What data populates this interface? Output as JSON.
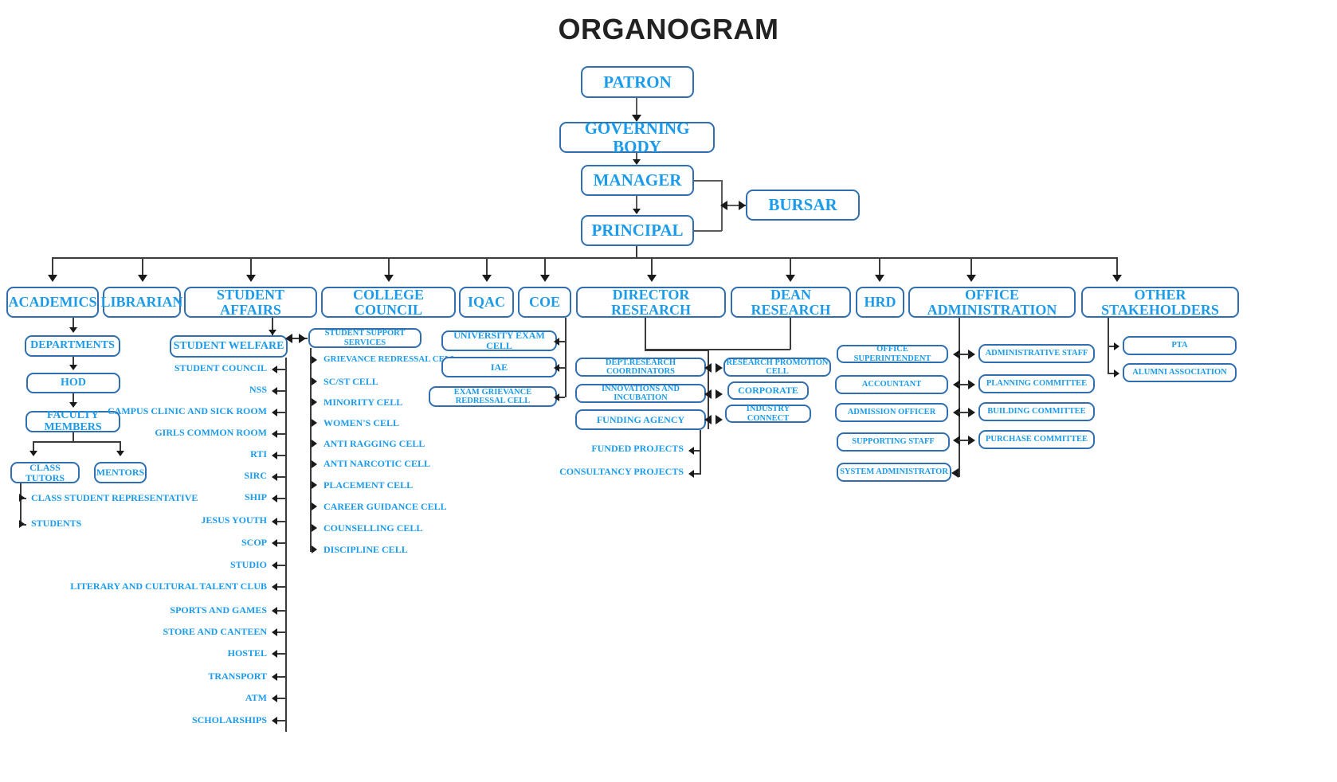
{
  "title": "ORGANOGRAM",
  "colors": {
    "box_border": "#2f6fb0",
    "box_text": "#1b9bea",
    "title_text": "#222222",
    "connector": "#5a5a5a",
    "background": "#ffffff"
  },
  "chain": {
    "patron": "PATRON",
    "governing_body": "GOVERNING BODY",
    "manager": "MANAGER",
    "principal": "PRINCIPAL",
    "bursar": "BURSAR"
  },
  "main_row": [
    {
      "label": "ACADEMICS"
    },
    {
      "label": "LIBRARIAN"
    },
    {
      "label": "STUDENT AFFAIRS"
    },
    {
      "label": "COLLEGE COUNCIL"
    },
    {
      "label": "IQAC"
    },
    {
      "label": "COE"
    },
    {
      "label": "DIRECTOR RESEARCH"
    },
    {
      "label": "DEAN RESEARCH"
    },
    {
      "label": "HRD"
    },
    {
      "label": "OFFICE ADMINISTRATION"
    },
    {
      "label": "OTHER STAKEHOLDERS"
    }
  ],
  "academics": {
    "departments": "DEPARTMENTS",
    "hod": "HOD",
    "faculty_members": "FACULTY MEMBERS",
    "class_tutors": "CLASS TUTORS",
    "mentors": "MENTORS",
    "class_student_representative": "CLASS STUDENT REPRESENTATIVE",
    "students": "STUDENTS"
  },
  "student_welfare": {
    "header": "STUDENT WELFARE",
    "items": [
      "STUDENT COUNCIL",
      "NSS",
      "CAMPUS CLINIC AND SICK ROOM",
      "GIRLS COMMON ROOM",
      "RTI",
      "SIRC",
      "SHIP",
      "JESUS YOUTH",
      "SCOP",
      "STUDIO",
      "LITERARY AND CULTURAL TALENT CLUB",
      "SPORTS AND GAMES",
      "STORE AND CANTEEN",
      "HOSTEL",
      "TRANSPORT",
      "ATM",
      "SCHOLARSHIPS"
    ]
  },
  "student_support_services": {
    "header": "STUDENT SUPPORT SERVICES",
    "items": [
      "GRIEVANCE REDRESSAL CELL",
      "SC/ST CELL",
      "MINORITY CELL",
      "WOMEN'S CELL",
      "ANTI RAGGING CELL",
      "ANTI NARCOTIC CELL",
      "PLACEMENT CELL",
      "CAREER GUIDANCE CELL",
      "COUNSELLING CELL",
      "DISCIPLINE CELL"
    ]
  },
  "coe": {
    "items": [
      "UNIVERSITY EXAM CELL",
      "IAE",
      "EXAM GRIEVANCE REDRESSAL CELL"
    ]
  },
  "research": {
    "left_items": [
      "DEPT.RESEARCH COORDINATORS",
      "INNOVATIONS AND INCUBATION",
      "FUNDING AGENCY"
    ],
    "right_items": [
      "RESEARCH PROMOTION CELL",
      "CORPORATE",
      "INDUSTRY CONNECT"
    ],
    "projects": [
      "FUNDED PROJECTS",
      "CONSULTANCY PROJECTS"
    ]
  },
  "office_administration": {
    "left_items": [
      "OFFICE SUPERINTENDENT",
      "ACCOUNTANT",
      "ADMISSION OFFICER",
      "SUPPORTING STAFF",
      "SYSTEM ADMINISTRATOR"
    ],
    "right_items": [
      "ADMINISTRATIVE STAFF",
      "PLANNING COMMITTEE",
      "BUILDING COMMITTEE",
      "PURCHASE COMMITTEE"
    ]
  },
  "other_stakeholders": {
    "items": [
      "PTA",
      "ALUMNI ASSOCIATION"
    ]
  }
}
